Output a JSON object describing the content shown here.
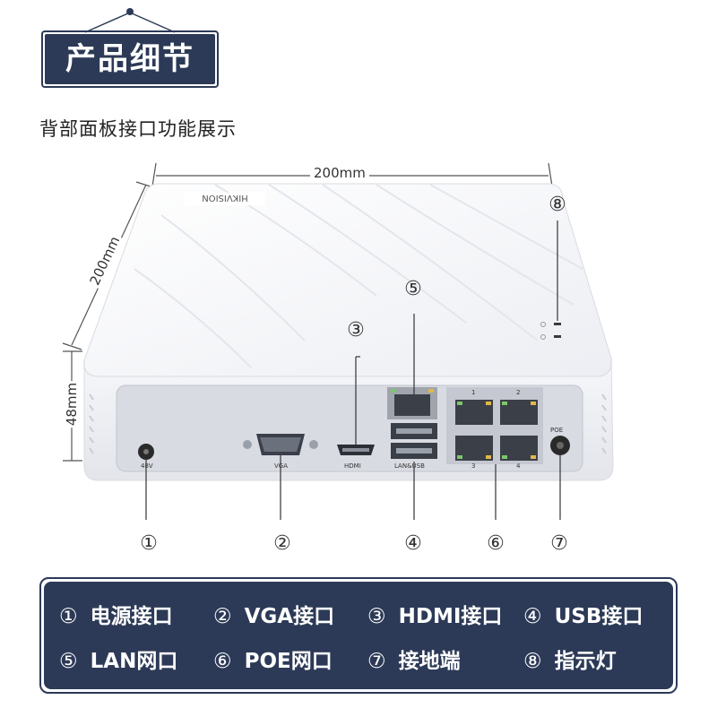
{
  "header": {
    "title": "产品细节"
  },
  "subtitle": "背部面板接口功能展示",
  "dimensions": {
    "width": "200mm",
    "depth": "200mm",
    "height": "48mm"
  },
  "device": {
    "brand_text": "HIKVISION",
    "port_labels": {
      "power": "48V",
      "vga": "VGA",
      "hdmi": "HDMI",
      "lan_usb": "LAN&USB",
      "poe": "POE",
      "poe_port_1": "1",
      "poe_port_2": "2",
      "poe_port_3": "3",
      "poe_port_4": "4"
    }
  },
  "callouts": {
    "n1": "①",
    "n2": "②",
    "n3": "③",
    "n4": "④",
    "n5": "⑤",
    "n6": "⑥",
    "n7": "⑦",
    "n8": "⑧"
  },
  "legend": {
    "items": [
      {
        "num": "①",
        "label": "电源接口"
      },
      {
        "num": "②",
        "label": "VGA接口"
      },
      {
        "num": "③",
        "label": "HDMI接口"
      },
      {
        "num": "④",
        "label": "USB接口"
      },
      {
        "num": "⑤",
        "label": "LAN网口"
      },
      {
        "num": "⑥",
        "label": "POE网口"
      },
      {
        "num": "⑦",
        "label": "接地端"
      },
      {
        "num": "⑧",
        "label": "指示灯"
      }
    ]
  },
  "colors": {
    "navy": "#2c3a57",
    "device_white": "#f4f5f8",
    "panel_grey": "#d9dbe2"
  }
}
